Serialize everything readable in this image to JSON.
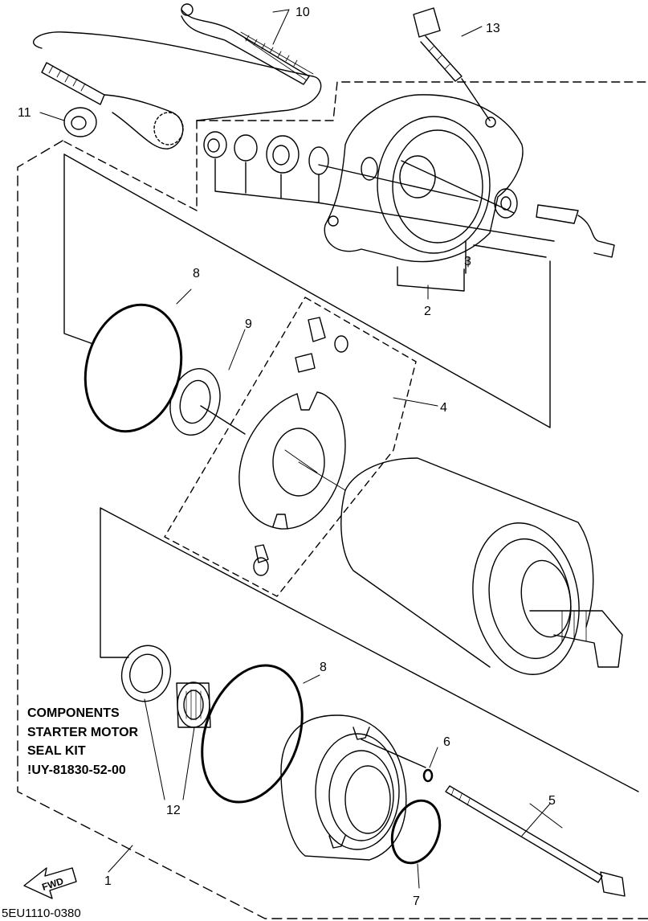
{
  "diagram": {
    "callouts": [
      "1",
      "2",
      "3",
      "4",
      "5",
      "6",
      "7",
      "8",
      "8",
      "9",
      "10",
      "11",
      "12",
      "13"
    ],
    "fwd_label": "FWD",
    "drawing_code": "5EU1110-0380"
  },
  "note": {
    "lines": [
      "COMPONENTS",
      "STARTER MOTOR",
      "SEAL KIT",
      "!UY-81830-52-00"
    ]
  }
}
